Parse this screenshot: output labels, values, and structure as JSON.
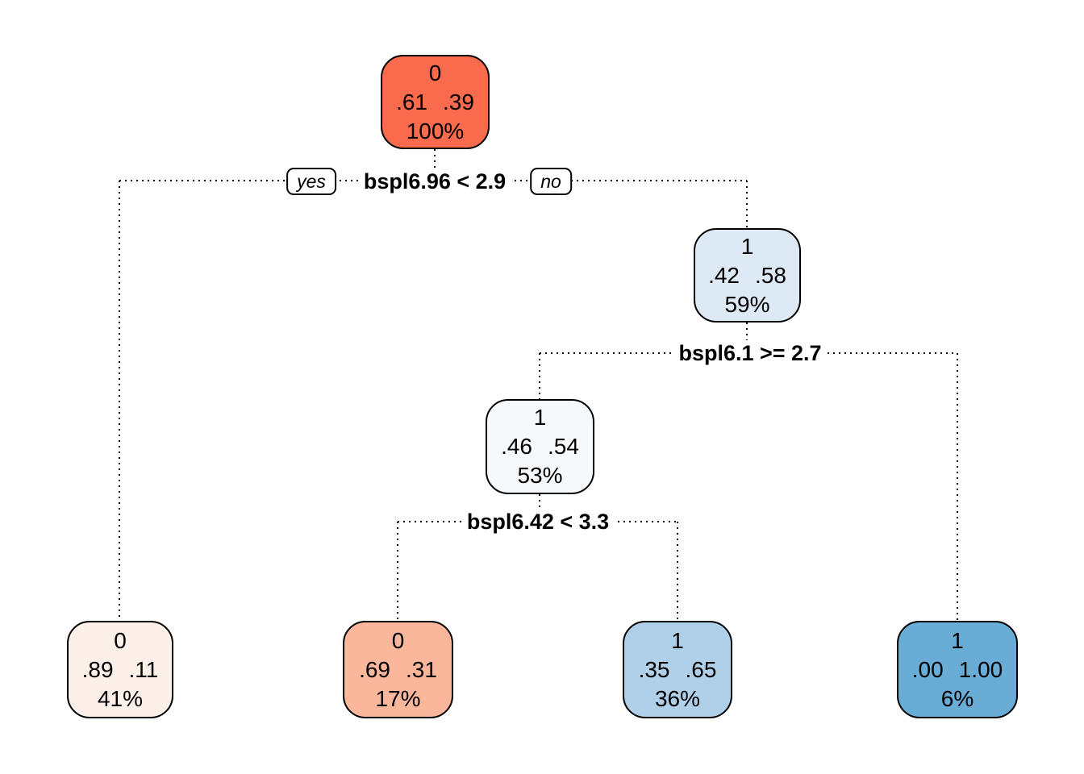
{
  "figure": {
    "type": "rpart-decision-tree",
    "background": "#FFFFFF",
    "line_color": "#000000"
  },
  "branch_labels": {
    "yes": "yes",
    "no": "no"
  },
  "splits": [
    {
      "condition": "bspl6.96 < 2.9"
    },
    {
      "condition": "bspl6.1 >= 2.7"
    },
    {
      "condition": "bspl6.42 < 3.3"
    }
  ],
  "nodes": [
    {
      "name": "root",
      "class_label": "0",
      "prob_0": ".61",
      "prob_1": ".39",
      "coverage": "100%",
      "fill": "#F96B4C"
    },
    {
      "name": "internal-right",
      "class_label": "1",
      "prob_0": ".42",
      "prob_1": ".58",
      "coverage": "59%",
      "fill": "#DDE9F5"
    },
    {
      "name": "internal-mid",
      "class_label": "1",
      "prob_0": ".46",
      "prob_1": ".54",
      "coverage": "53%",
      "fill": "#F5F9FC"
    },
    {
      "name": "leaf-1",
      "class_label": "0",
      "prob_0": ".89",
      "prob_1": ".11",
      "coverage": "41%",
      "fill": "#FCF0E9"
    },
    {
      "name": "leaf-2",
      "class_label": "0",
      "prob_0": ".69",
      "prob_1": ".31",
      "coverage": "17%",
      "fill": "#FBB79C"
    },
    {
      "name": "leaf-3",
      "class_label": "1",
      "prob_0": ".35",
      "prob_1": ".65",
      "coverage": "36%",
      "fill": "#AFD0E8"
    },
    {
      "name": "leaf-4",
      "class_label": "1",
      "prob_0": ".00",
      "prob_1": "1.00",
      "coverage": "6%",
      "fill": "#69ACD6"
    }
  ]
}
